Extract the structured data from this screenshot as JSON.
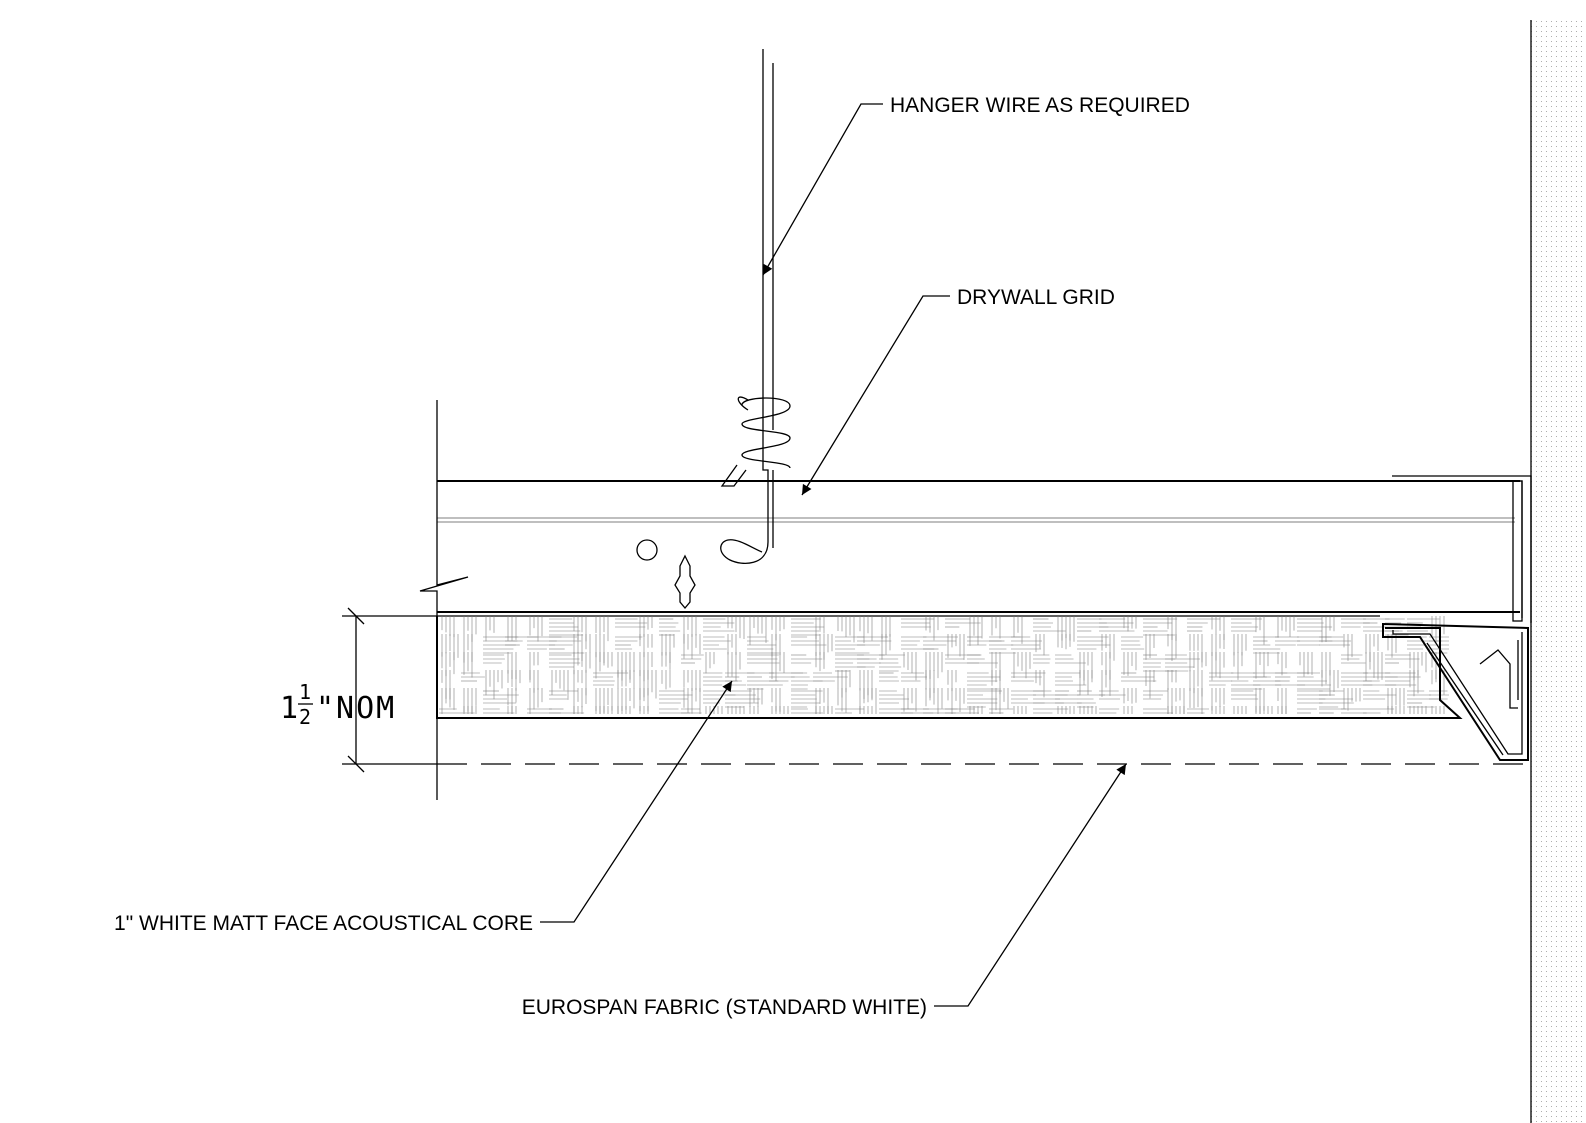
{
  "labels": {
    "hanger_wire": "HANGER WIRE AS REQUIRED",
    "drywall_grid": "DRYWALL GRID",
    "acoustical_core": "1\" WHITE MATT FACE ACOUSTICAL CORE",
    "fabric": "EUROSPAN FABRIC (STANDARD WHITE)"
  },
  "dimension": {
    "whole": "1",
    "fraction_numerator": "1",
    "fraction_denominator": "2",
    "suffix": "\"NOM"
  }
}
